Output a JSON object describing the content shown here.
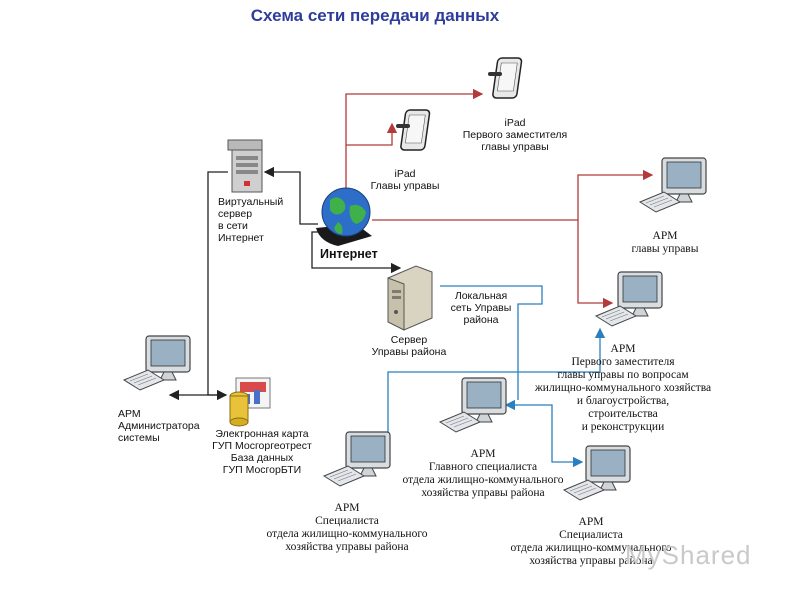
{
  "title": "Схема сети передачи данных",
  "nodes": {
    "ipad1": "iPad\nПервого заместителя\nглавы управы",
    "ipad2": "iPad\nГлавы управы",
    "virtual_server": "Виртуальный\nсервер\nв сети\nИнтернет",
    "internet": "Интернет",
    "arm_head": "АРМ\nглавы управы",
    "local_net": "Локальная\nсеть Управы\nрайона",
    "server": "Сервер\nУправы района",
    "arm_first_deputy": "АРМ\nПервого заместителя\nглавы управы по вопросам\nжилищно-коммунального хозяйства\nи благоустройства,\nстроительства\nи реконструкции",
    "arm_admin": "АРМ\nАдминистратора\nсистемы",
    "emap": "Электронная карта\nГУП Мосгоргеотрест\nБаза данных\nГУП МосгорБТИ",
    "arm_chief_spec": "АРМ\nГлавного специалиста\nотдела жилищно-коммунального\nхозяйства управы района",
    "arm_spec1": "АРМ\nСпециалиста\nотдела жилищно-коммунального\nхозяйства управы района",
    "arm_spec2": "АРМ\nСпециалиста\nотдела жилищно-коммунального\nхозяйства управы района"
  },
  "watermark": "MyShared",
  "colors": {
    "title": "#2e3d9c",
    "internet_link": "#b23a3a",
    "local_link": "#2a7fc0",
    "black_link": "#222222"
  }
}
